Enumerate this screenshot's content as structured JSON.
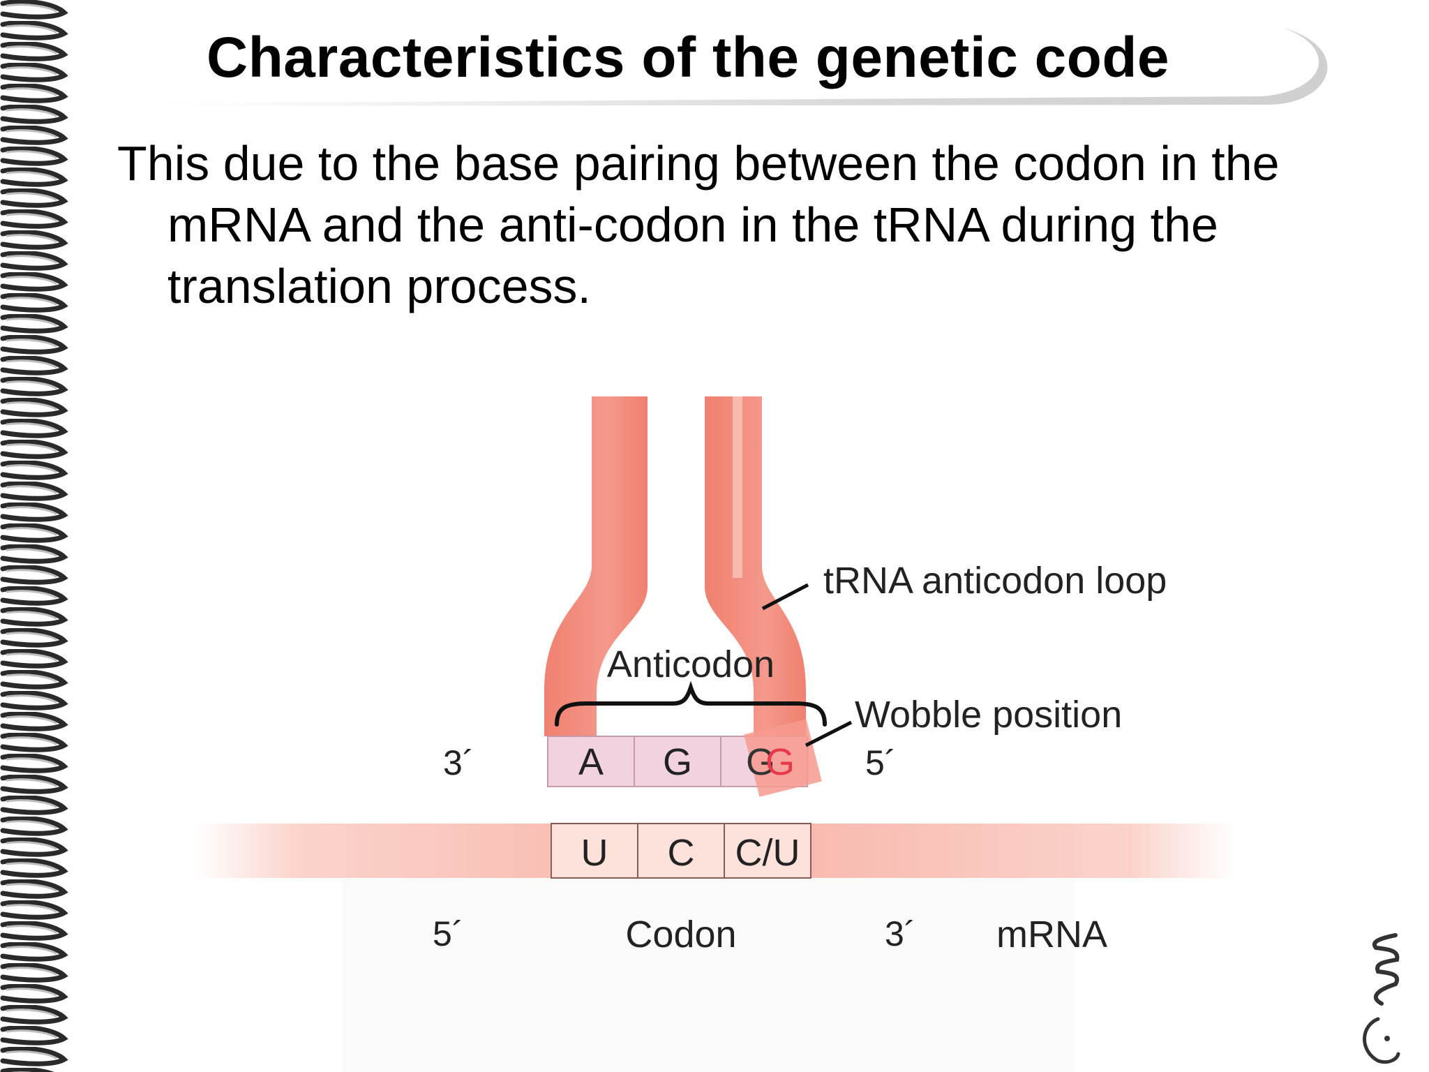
{
  "slide": {
    "title": "Characteristics of the genetic code",
    "body": "This due to the base pairing between the codon in the mRNA and the anti-codon in the tRNA during the translation process."
  },
  "diagram": {
    "trna_label": "tRNA anticodon loop",
    "anticodon_label": "Anticodon",
    "wobble_label": "Wobble position",
    "anticodon_end_left": "3´",
    "anticodon_end_right": "5´",
    "anticodon_bases": [
      "A",
      "G",
      "G",
      "G"
    ],
    "codon_bases": [
      "U",
      "C",
      "C/U"
    ],
    "codon_end_left": "5´",
    "codon_label": "Codon",
    "codon_end_right": "3´",
    "mrna_label": "mRNA"
  },
  "colors": {
    "trna": "#f2877a",
    "trna_light": "#f9b1a5",
    "anticodon_box": "#f3d2df",
    "mrna": "#f7b3a7",
    "wobble": "#f79a8e",
    "wobble_letter": "#e8384a"
  },
  "icons": [
    "binder-spiral",
    "title-swoosh",
    "corner-logo"
  ]
}
